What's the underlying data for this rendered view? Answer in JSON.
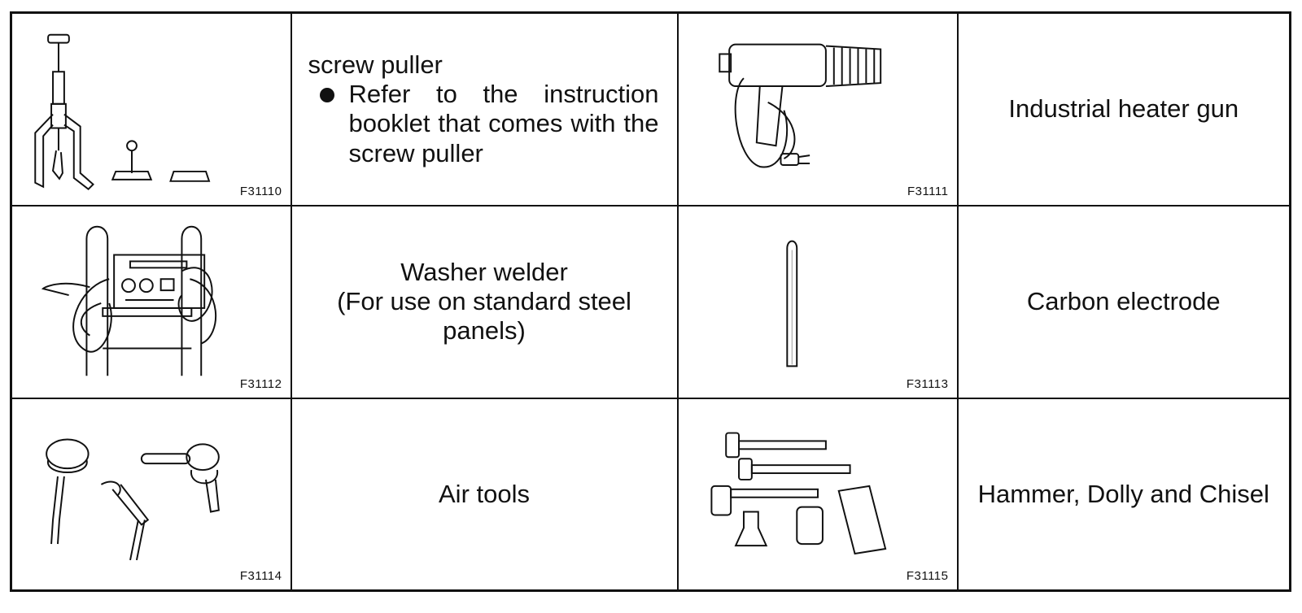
{
  "rows": [
    {
      "left_figure": {
        "code": "F31110",
        "icon": "screw-puller-icon"
      },
      "left_title": "screw puller",
      "left_note": "Refer to the instruction booklet that comes with the screw puller",
      "right_figure": {
        "code": "F31111",
        "icon": "heater-gun-icon"
      },
      "right_label": "Industrial heater gun"
    },
    {
      "left_figure": {
        "code": "F31112",
        "icon": "washer-welder-icon"
      },
      "left_label_line1": "Washer welder",
      "left_label_line2": "(For use on standard steel panels)",
      "right_figure": {
        "code": "F31113",
        "icon": "carbon-electrode-icon"
      },
      "right_label": "Carbon electrode"
    },
    {
      "left_figure": {
        "code": "F31114",
        "icon": "air-tools-icon"
      },
      "left_label": "Air tools",
      "right_figure": {
        "code": "F31115",
        "icon": "hammer-dolly-chisel-icon"
      },
      "right_label": "Hammer, Dolly and Chisel"
    }
  ]
}
